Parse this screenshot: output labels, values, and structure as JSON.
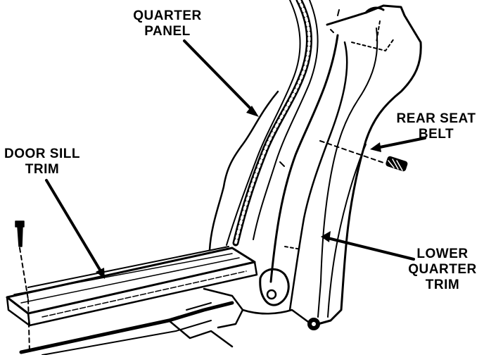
{
  "labels": {
    "quarter_panel": [
      "QUARTER",
      "PANEL"
    ],
    "door_sill_trim": [
      "DOOR SILL",
      "TRIM"
    ],
    "rear_seat_belt": [
      "REAR SEAT",
      "BELT"
    ],
    "lower_quarter_trim": [
      "LOWER",
      "QUARTER",
      "TRIM"
    ]
  },
  "colors": {
    "ink": "#000000",
    "paper": "#ffffff"
  }
}
